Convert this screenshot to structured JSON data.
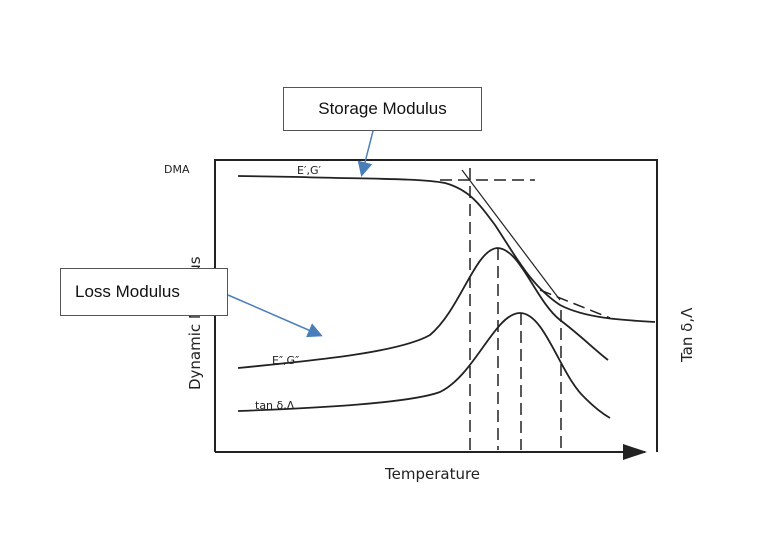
{
  "chart_data": {
    "type": "line",
    "title": "",
    "corner_label": "DMA",
    "xlabel": "Temperature",
    "ylabel": "Dynamic Modulus",
    "ylabel_right": "Tan δ,Λ",
    "series": [
      {
        "name": "E'G'",
        "description_label": "E′,G′"
      },
      {
        "name": "E\"G\"",
        "description_label": "E″,G″"
      },
      {
        "name": "tan δ, Λ",
        "description_label": "tan δ,Λ"
      }
    ],
    "grid": false
  },
  "callouts": {
    "storage": "Storage Modulus",
    "loss": "Loss Modulus"
  },
  "colors": {
    "arrow": "#4a7ebb",
    "line": "#222222"
  }
}
